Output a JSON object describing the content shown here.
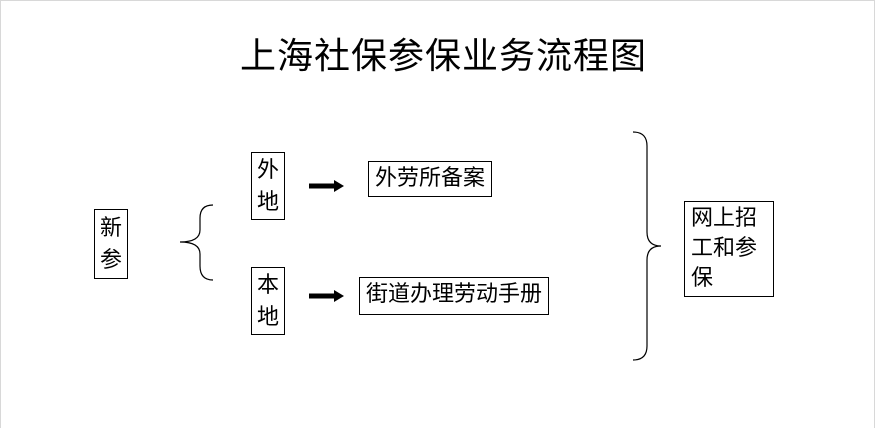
{
  "title": "上海社保参保业务流程图",
  "nodes": {
    "xin_can": [
      "新",
      "参"
    ],
    "wai_di": [
      "外",
      "地"
    ],
    "ben_di": [
      "本",
      "地"
    ],
    "wai_lao": "外劳所备案",
    "jie_dao": "街道办理劳动手册",
    "wang_shang": [
      "网上招",
      "工和参",
      "保"
    ]
  }
}
